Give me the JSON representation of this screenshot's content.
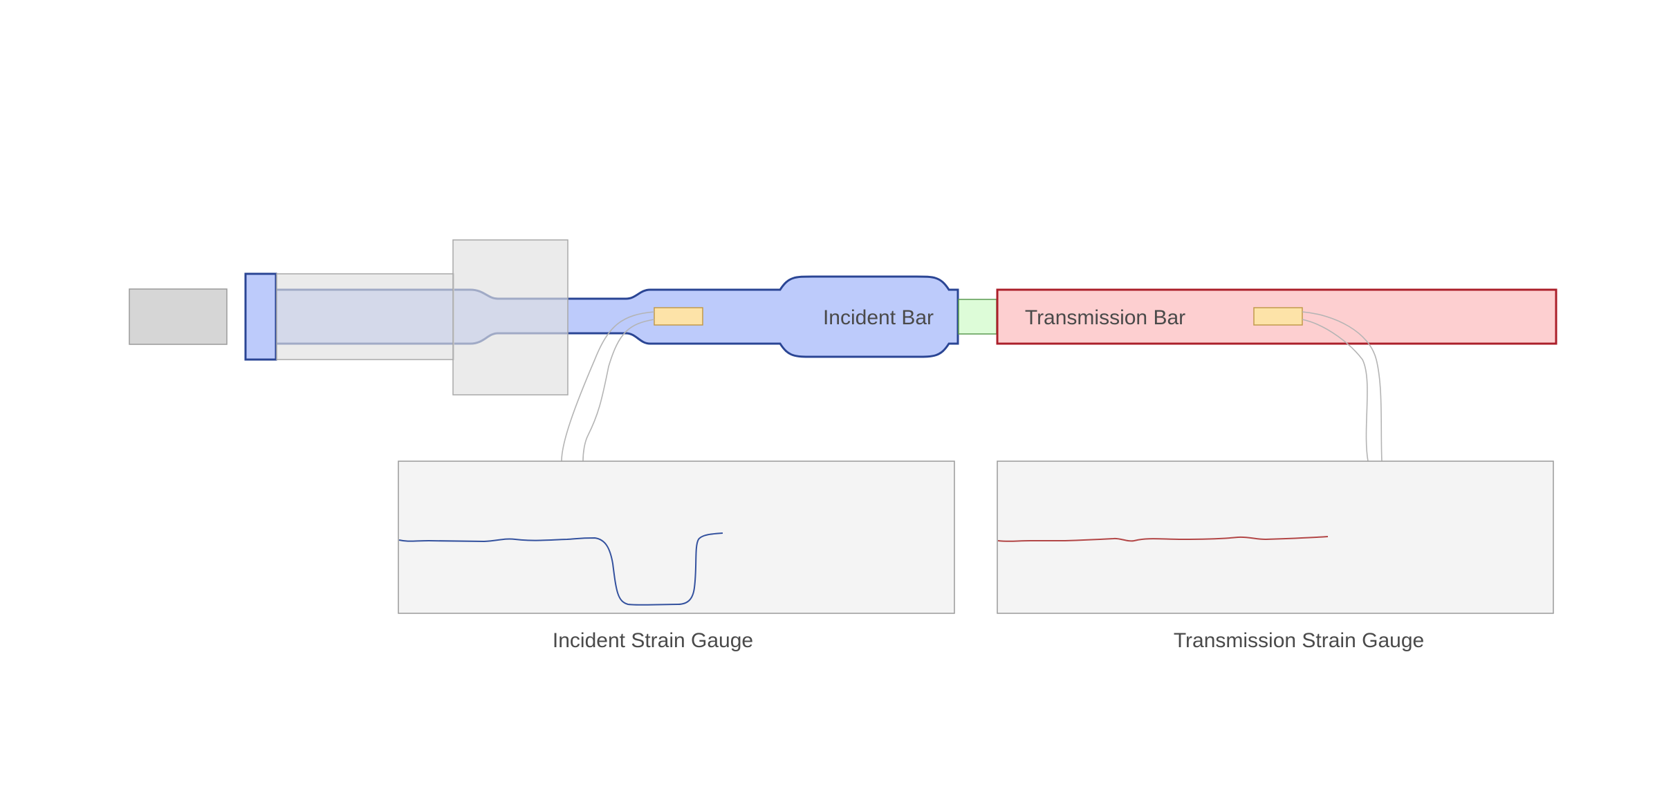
{
  "diagram": {
    "labels": {
      "incident_bar": "Incident Bar",
      "transmission_bar": "Transmission Bar",
      "incident_gauge": "Incident Strain Gauge",
      "transmission_gauge": "Transmission Strain Gauge"
    },
    "colors": {
      "incident_bar_fill": "#bdcbfb",
      "incident_bar_stroke": "#2a4594",
      "transmission_bar_fill": "#fdcfd0",
      "transmission_bar_stroke": "#ab1f2a",
      "specimen_fill": "#ddfcd8",
      "gauge_fill": "#fde3a8",
      "striker_fill": "#d6d6d6",
      "barrel_fill": "#e0e0e0",
      "scope_fill": "#f4f4f4",
      "incident_signal": "#33519e",
      "transmission_signal": "#b24545",
      "text": "#4a4a4a"
    }
  }
}
